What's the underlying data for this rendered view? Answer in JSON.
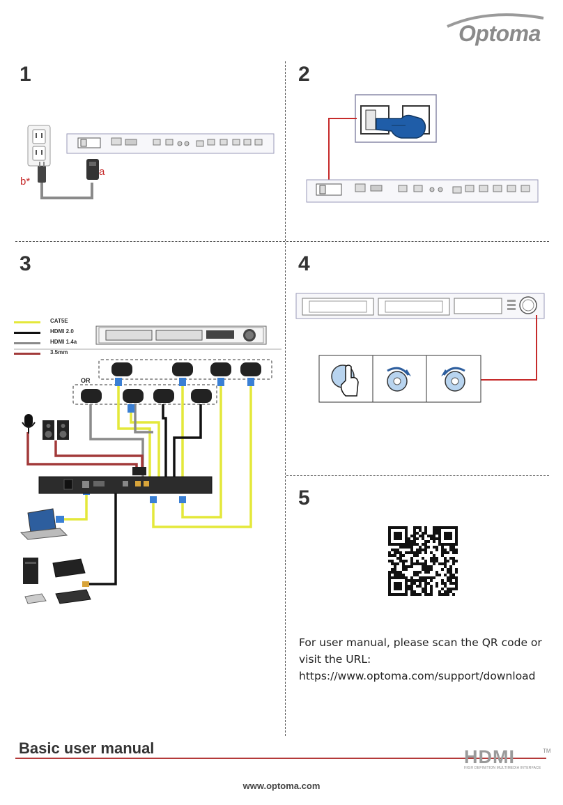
{
  "brand": {
    "logo_text": "Optoma"
  },
  "steps": [
    {
      "number": "1"
    },
    {
      "number": "2"
    },
    {
      "number": "3"
    },
    {
      "number": "4"
    },
    {
      "number": "5"
    }
  ],
  "step1": {
    "label_a": "a",
    "label_b": "b*"
  },
  "legend": [
    {
      "label": "CAT5E",
      "color": "#e4e83a"
    },
    {
      "label": "HDMI 2.0",
      "color": "#111111"
    },
    {
      "label": "HDMI 1.4a",
      "color": "#8a8a8a"
    },
    {
      "label": "3.5mm",
      "color": "#a23a3a"
    }
  ],
  "step3": {
    "or_label": "OR"
  },
  "step5": {
    "lines": [
      "For user manual, please scan the QR code or",
      "visit the URL:",
      "https://www.optoma.com/support/download"
    ]
  },
  "footer": {
    "title": "Basic user manual",
    "website": "www.optoma.com",
    "hdmi_logo": "HDMI",
    "hdmi_tm": "TM",
    "hdmi_tagline": "HIGH DEFINITION MULTIMEDIA INTERFACE"
  },
  "colors": {
    "accent_red": "#c62b2b",
    "cat5e_yellow": "#e4e83a",
    "connector_blue": "#3a7fd4"
  }
}
